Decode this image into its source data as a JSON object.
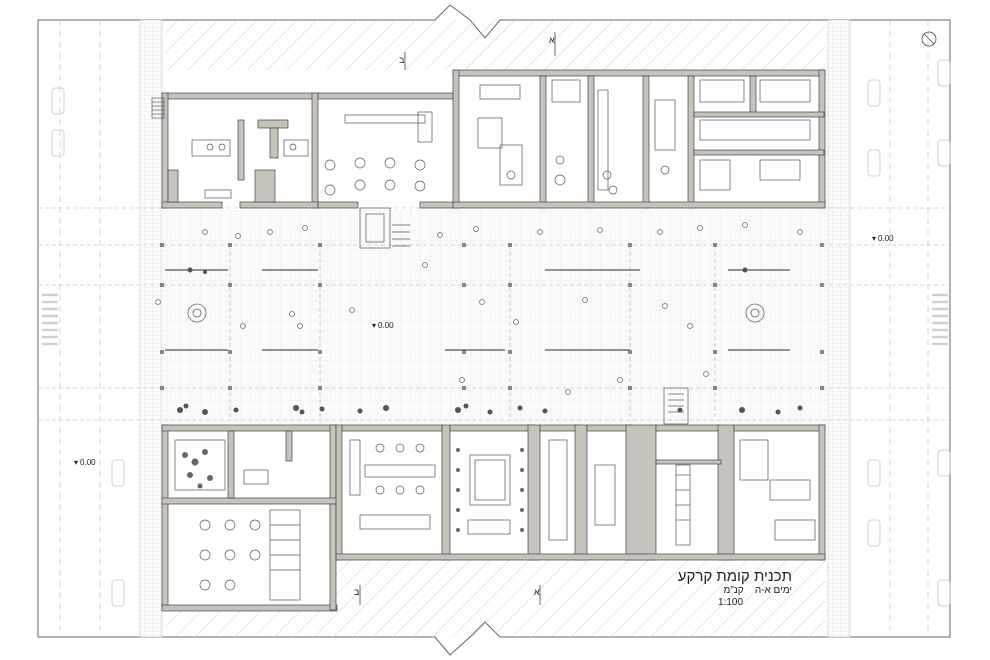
{
  "title": {
    "name": "תכנית קומת קרקע",
    "subtitle": "ימים א-ה",
    "scale_label": "קנ\"מ",
    "scale_value": "1:100"
  },
  "levels": [
    "0.00",
    "0.00",
    "0.00"
  ],
  "sections": {
    "a": "א",
    "b": "ב"
  },
  "colors": {
    "wall": "#c8c2bd",
    "wall_edge": "#444444",
    "line": "#555555",
    "hatch": "#cfcfcf",
    "tile": "#e2e2e2",
    "dash": "#aaaaaa"
  }
}
